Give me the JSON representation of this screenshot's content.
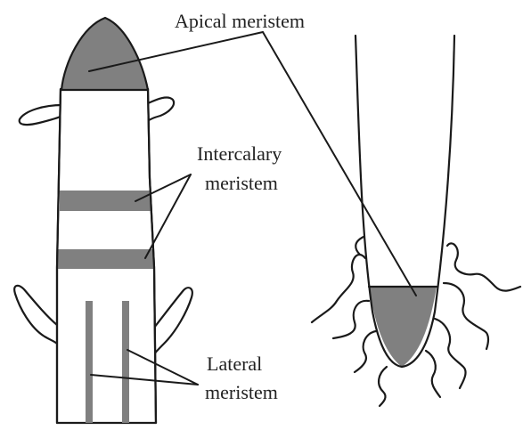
{
  "colors": {
    "meristem": "#808080",
    "outline": "#1a1a1a",
    "background": "#ffffff"
  },
  "labels": {
    "apical": "Apical meristem",
    "intercalary_line1": "Intercalary",
    "intercalary_line2": "meristem",
    "lateral_line1": "Lateral",
    "lateral_line2": "meristem"
  },
  "parts": {
    "shoot": "shoot",
    "root": "root"
  }
}
